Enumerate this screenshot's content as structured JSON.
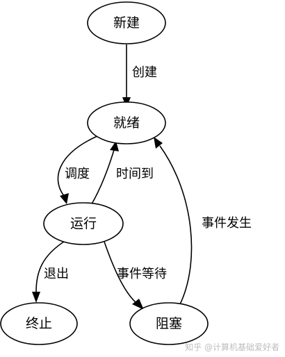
{
  "nodes": {
    "new": "新建",
    "ready": "就绪",
    "running": "运行",
    "terminated": "终止",
    "blocked": "阻塞"
  },
  "edges": {
    "create": "创建",
    "dispatch": "调度",
    "timeout": "时间到",
    "exit": "退出",
    "wait_event": "事件等待",
    "event_occurs": "事件发生"
  },
  "watermark": "知乎 @计算机基础爱好者"
}
